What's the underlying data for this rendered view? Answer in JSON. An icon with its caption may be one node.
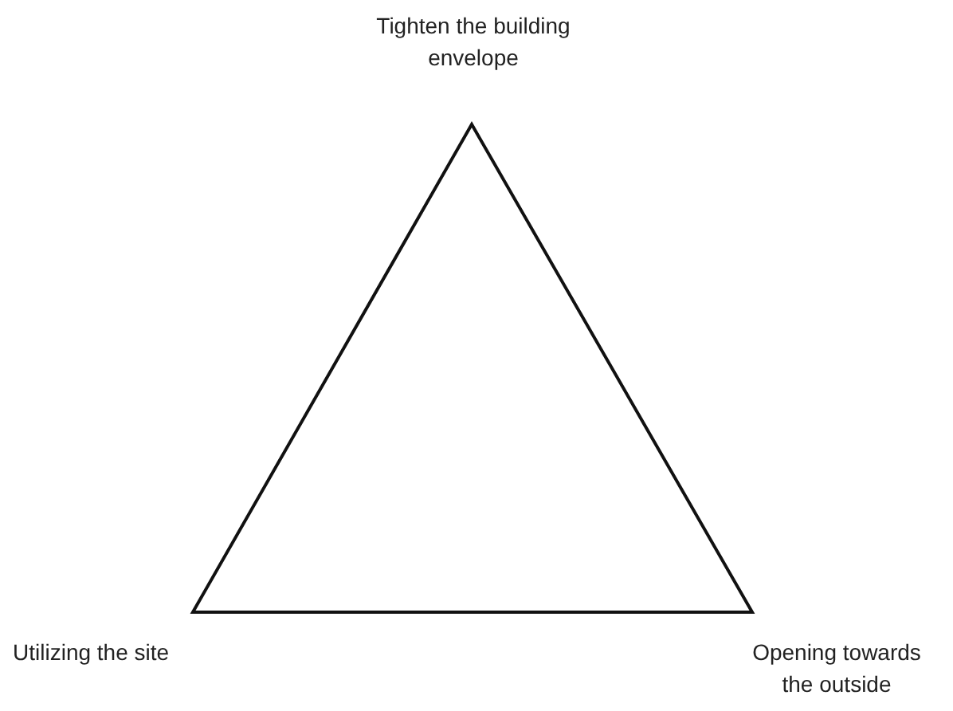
{
  "diagram": {
    "labels": [
      "Tighten the building envelope",
      "Utilizing the site",
      "Opening towards the outside"
    ]
  }
}
